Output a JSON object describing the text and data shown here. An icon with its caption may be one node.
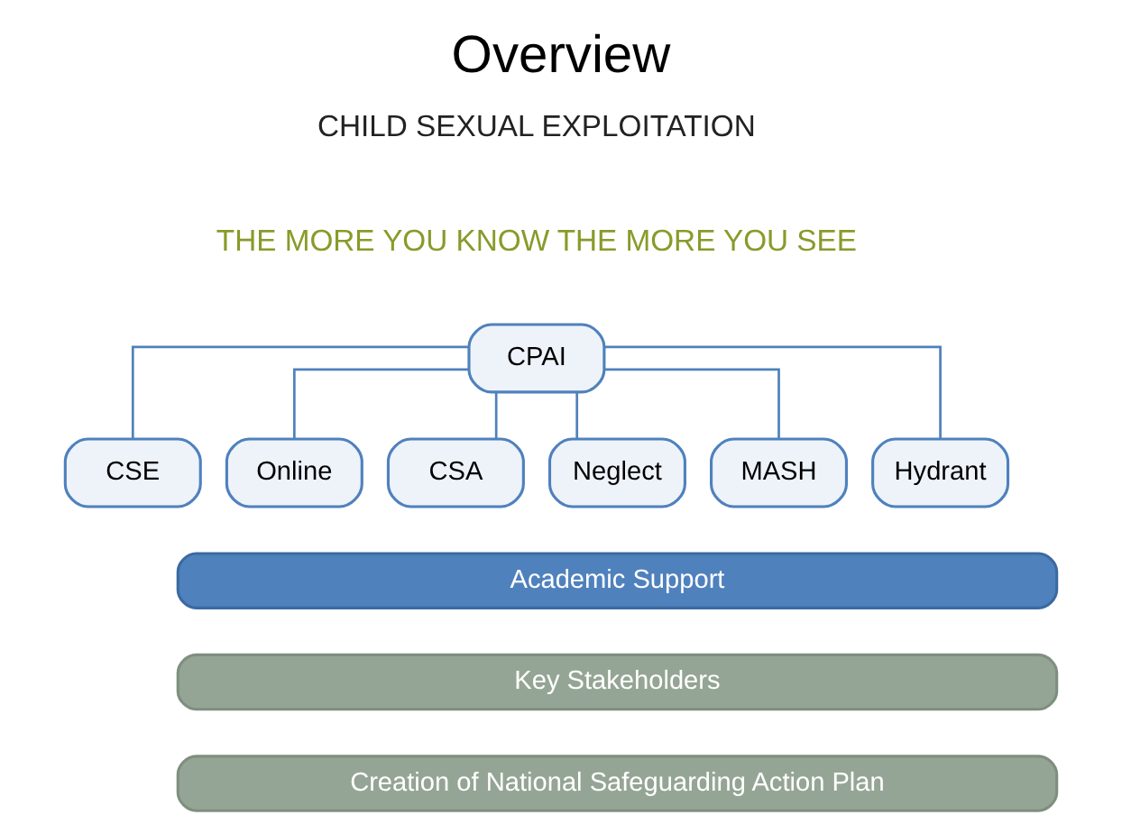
{
  "diagram": {
    "title": "Overview",
    "nodes": [
      {
        "text": [
          "CPAI"
        ]
      },
      {
        "text": [
          "CSE"
        ]
      },
      {
        "text": [
          "Online"
        ]
      },
      {
        "text": [
          "CSA"
        ]
      },
      {
        "text": [
          "Neglect"
        ]
      },
      {
        "text": [
          "MASH"
        ]
      },
      {
        "text": [
          "Hydrant"
        ]
      },
      {
        "text": [
          "Academic Support"
        ]
      },
      {
        "text": [
          "Key Stakeholders"
        ]
      },
      {
        "text": [
          "Creation of National Safeguarding Action Plan"
        ]
      }
    ],
    "edges": [
      {
        "from": 0,
        "to": 1,
        "arrow": "none"
      },
      {
        "from": 0,
        "to": 2,
        "arrow": "none"
      },
      {
        "from": 0,
        "to": 3,
        "arrow": "none"
      },
      {
        "from": 0,
        "to": 4,
        "arrow": "none"
      },
      {
        "from": 0,
        "to": 5,
        "arrow": "none"
      },
      {
        "from": 0,
        "to": 6,
        "arrow": "none"
      }
    ],
    "labels": [
      "CHILD SEXUAL EXPLOITATION",
      "THE MORE YOU KNOW THE MORE YOU SEE"
    ]
  }
}
